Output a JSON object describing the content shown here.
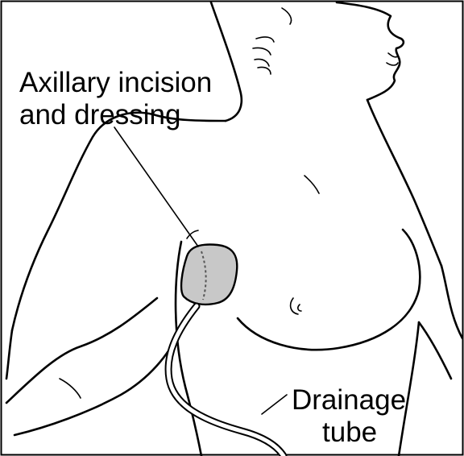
{
  "labels": {
    "incision_line1": "Axillary incision",
    "incision_line2": "and dressing",
    "tube_line1": "Drainage",
    "tube_line2": "tube"
  },
  "colors": {
    "background": "#ffffff",
    "line": "#000000",
    "dressing_fill": "#c8c8c8",
    "border": "#000000"
  }
}
